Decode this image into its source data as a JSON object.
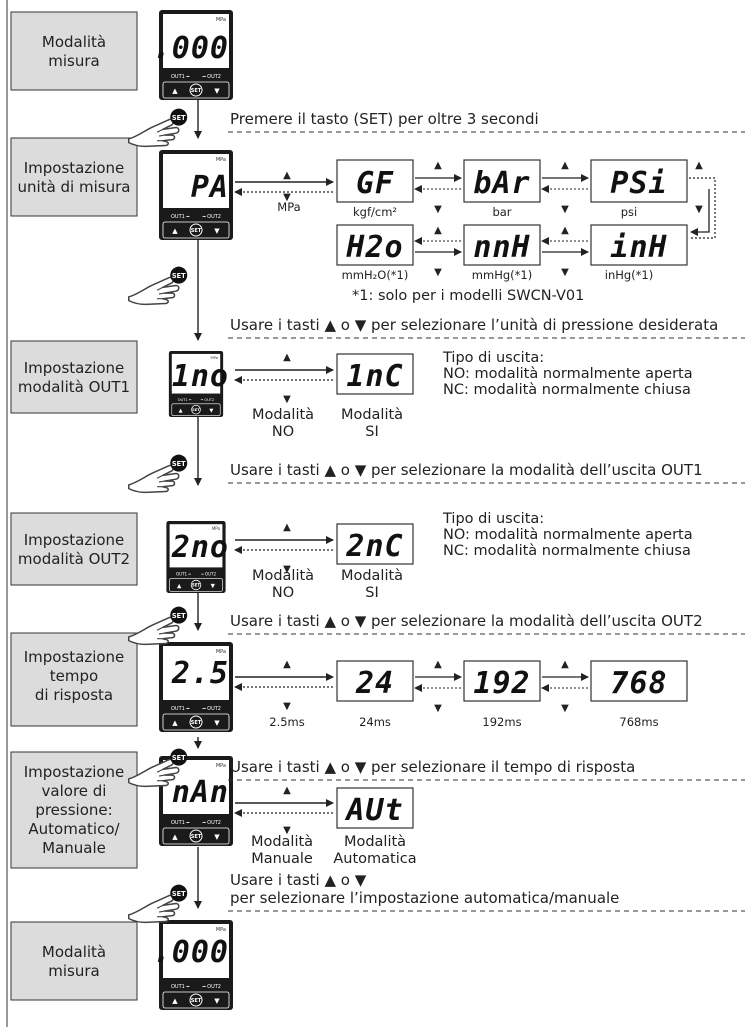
{
  "steps": [
    {
      "label": [
        "Modalità",
        "misura"
      ],
      "display": ".000"
    },
    {
      "label": [
        "Impostazione",
        "unità di misura"
      ],
      "display": "PA"
    },
    {
      "label": [
        "Impostazione",
        "modalità OUT1"
      ],
      "display": "1no"
    },
    {
      "label": [
        "Impostazione",
        "modalità OUT2"
      ],
      "display": "2no"
    },
    {
      "label": [
        "Impostazione",
        "tempo",
        "di risposta"
      ],
      "display": "2.5"
    },
    {
      "label": [
        "Impostazione",
        "valore di",
        "pressione:",
        "Automatico/",
        "Manuale"
      ],
      "display": "nAn"
    },
    {
      "label": [
        "Modalità",
        "misura"
      ],
      "display": ".000"
    }
  ],
  "device": {
    "unit": "MPa",
    "out1": "OUT1",
    "out2": "OUT2",
    "set": "SET"
  },
  "instructions": {
    "i1": "Premere il tasto (SET) per oltre 3 secondi",
    "i2": "Usare i tasti ▲ o ▼ per selezionare l’unità di pressione desiderata",
    "i3": "Usare i tasti ▲ o ▼ per selezionare la modalità dell’uscita OUT1",
    "i4": "Usare i tasti ▲ o ▼ per selezionare la modalità dell’uscita OUT2",
    "i5": "Usare i tasti ▲ o ▼ per selezionare il tempo di risposta",
    "i6a": "Usare i tasti ▲ o ▼",
    "i6b": "per selezionare l’impostazione automatica/manuale"
  },
  "units": {
    "row1": [
      {
        "display": "GF",
        "caption": "kgf/cm²"
      },
      {
        "display": "bAr",
        "caption": "bar"
      },
      {
        "display": "PSi",
        "caption": "psi"
      }
    ],
    "row2": [
      {
        "display": "H2o",
        "caption": "mmH₂O(*1)"
      },
      {
        "display": "nnH",
        "caption": "mmHg(*1)"
      },
      {
        "display": "inH",
        "caption": "inHg(*1)"
      }
    ],
    "mpa_caption": "MPa",
    "footnote": "*1: solo per i modelli SWCN-V01"
  },
  "out1": {
    "alt_display": "1nC",
    "caption_no": [
      "Modalità",
      "NO"
    ],
    "caption_si": [
      "Modalità",
      "SI"
    ],
    "note": [
      "Tipo di uscita:",
      "NO: modalità normalmente aperta",
      "NC: modalità normalmente chiusa"
    ]
  },
  "out2": {
    "alt_display": "2nC",
    "caption_no": [
      "Modalità",
      "NO"
    ],
    "caption_si": [
      "Modalità",
      "SI"
    ],
    "note": [
      "Tipo di uscita:",
      "NO: modalità normalmente aperta",
      "NC: modalità normalmente chiusa"
    ]
  },
  "response": {
    "displays": [
      "24",
      "192",
      "768"
    ],
    "captions": [
      "2.5ms",
      "24ms",
      "192ms",
      "768ms"
    ]
  },
  "automan": {
    "alt_display": "AUt",
    "caption_man": [
      "Modalità",
      "Manuale"
    ],
    "caption_auto": [
      "Modalità",
      "Automatica"
    ]
  },
  "colors": {
    "box_fill": "#dcdcdc",
    "device_fill": "#1a1a1a",
    "lcd_fill": "#ffffff"
  }
}
